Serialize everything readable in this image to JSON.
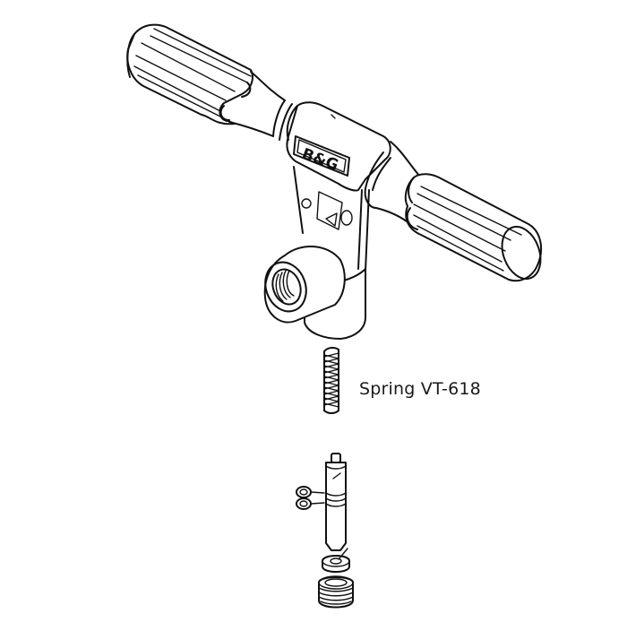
{
  "diagram": {
    "title": "B&G valve tool exploded view",
    "brand_mark": "B&G",
    "background": "#ffffff",
    "line_color": "#111111",
    "parts": [
      {
        "id": "t-handle-body",
        "name": "T-handle body with threaded port"
      },
      {
        "id": "left-grip",
        "name": "Left fluted grip"
      },
      {
        "id": "right-grip",
        "name": "Right fluted grip"
      },
      {
        "id": "spring",
        "name": "Spring"
      },
      {
        "id": "plunger",
        "name": "Plunger stem"
      },
      {
        "id": "o-rings",
        "name": "O-rings (2)"
      },
      {
        "id": "washer",
        "name": "Washer"
      },
      {
        "id": "threaded-plug",
        "name": "Threaded plug"
      }
    ],
    "callouts": [
      {
        "label": "Spring VT-618",
        "target": "spring"
      }
    ]
  }
}
